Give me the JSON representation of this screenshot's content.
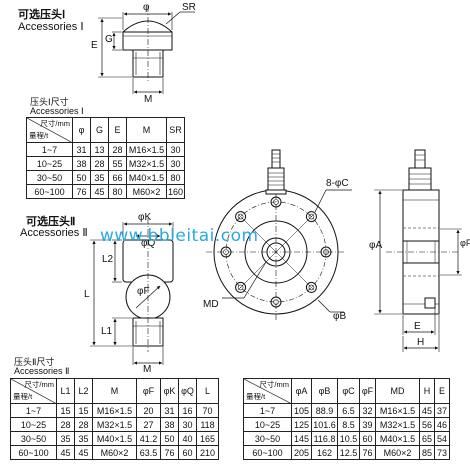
{
  "accessory1": {
    "title_cn": "可选压头Ⅰ",
    "title_en": "Accessories Ⅰ",
    "dims": {
      "phi": "φ",
      "sr": "SR",
      "g": "G",
      "e": "E",
      "m": "M"
    }
  },
  "accessory2": {
    "title_cn": "可选压头Ⅱ",
    "title_en": "Accessories Ⅱ",
    "dims": {
      "phi_k": "φK",
      "phi_q": "φQ",
      "phi_f": "φF",
      "l": "L",
      "l1": "L1",
      "l2": "L2",
      "m": "M"
    }
  },
  "main_dims": {
    "hole_label": "8-φC",
    "md": "MD",
    "phi_b": "φB",
    "phi_a": "φA",
    "phi_f": "φF",
    "e": "E",
    "h": "H"
  },
  "watermark": "www.bbleitai.com",
  "table1": {
    "caption_cn": "压头Ⅰ尺寸",
    "caption_en": "Accessories Ⅰ",
    "corner_top": "尺寸/mm",
    "corner_bottom": "量程/t",
    "headers": [
      "φ",
      "G",
      "E",
      "M",
      "SR"
    ],
    "rows": [
      {
        "range": "1~7",
        "cells": [
          "31",
          "13",
          "28",
          "M16×1.5",
          "30"
        ]
      },
      {
        "range": "10~25",
        "cells": [
          "38",
          "28",
          "55",
          "M32×1.5",
          "30"
        ]
      },
      {
        "range": "30~50",
        "cells": [
          "50",
          "35",
          "66",
          "M40×1.5",
          "80"
        ]
      },
      {
        "range": "60~100",
        "cells": [
          "76",
          "45",
          "80",
          "M60×2",
          "160"
        ]
      }
    ]
  },
  "table2": {
    "caption_cn": "压头Ⅱ尺寸",
    "caption_en": "Accessories Ⅱ",
    "corner_top": "尺寸/mm",
    "corner_bottom": "量程/t",
    "headers": [
      "L1",
      "L2",
      "M",
      "φF",
      "φK",
      "φQ",
      "L"
    ],
    "rows": [
      {
        "range": "1~7",
        "cells": [
          "15",
          "15",
          "M16×1.5",
          "20",
          "31",
          "16",
          "70"
        ]
      },
      {
        "range": "10~25",
        "cells": [
          "28",
          "28",
          "M32×1.5",
          "27",
          "38",
          "30",
          "118"
        ]
      },
      {
        "range": "30~50",
        "cells": [
          "35",
          "35",
          "M40×1.5",
          "41.2",
          "50",
          "40",
          "165"
        ]
      },
      {
        "range": "60~100",
        "cells": [
          "45",
          "45",
          "M60×2",
          "63.5",
          "76",
          "60",
          "210"
        ]
      }
    ]
  },
  "table3": {
    "corner_top": "尺寸/mm",
    "corner_bottom": "量程/t",
    "headers": [
      "φA",
      "φB",
      "φC",
      "φF",
      "MD",
      "H",
      "E"
    ],
    "rows": [
      {
        "range": "1~7",
        "cells": [
          "105",
          "88.9",
          "6.5",
          "32",
          "M16×1.5",
          "45",
          "37"
        ]
      },
      {
        "range": "10~25",
        "cells": [
          "125",
          "101.6",
          "8.5",
          "39",
          "M32×1.5",
          "56",
          "46"
        ]
      },
      {
        "range": "30~50",
        "cells": [
          "145",
          "116.8",
          "10.5",
          "60",
          "M40×1.5",
          "65",
          "54"
        ]
      },
      {
        "range": "60~100",
        "cells": [
          "205",
          "162",
          "12.5",
          "76",
          "M60×2",
          "85",
          "73"
        ]
      }
    ]
  }
}
